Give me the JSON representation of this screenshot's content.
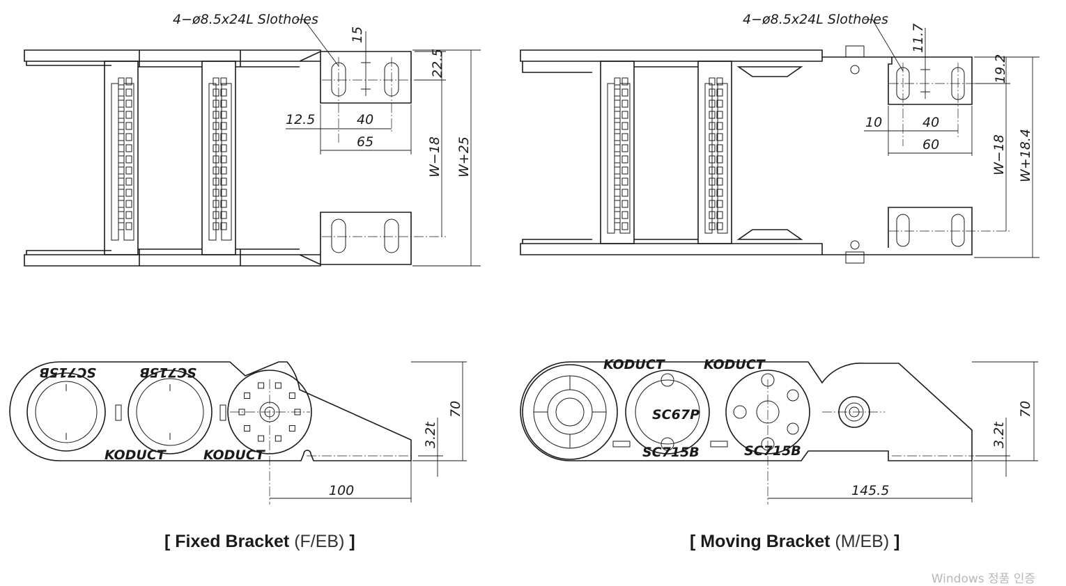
{
  "fixed_bracket": {
    "slothole_note": "4−ø8.5x24L Slotholes",
    "dims": {
      "d15": "15",
      "d22_5": "22.5",
      "d12_5": "12.5",
      "d40": "40",
      "d65": "65",
      "w_minus": "W−18",
      "w_plus": "W+25",
      "h70": "70",
      "t3_2": "3.2t",
      "d100": "100"
    },
    "caption": {
      "open": "[ ",
      "title": "Fixed Bracket",
      "code": " (F/EB)",
      "close": " ]"
    }
  },
  "moving_bracket": {
    "slothole_note": "4−ø8.5x24L Slotholes",
    "dims": {
      "d11_7": "11.7",
      "d19_2": "19.2",
      "d10": "10",
      "d40": "40",
      "d60": "60",
      "w_minus": "W−18",
      "w_plus": "W+18.4",
      "h70": "70",
      "t3_2": "3.2t",
      "d145_5": "145.5"
    },
    "caption": {
      "open": "[ ",
      "title": "Moving Bracket",
      "code": " (M/EB)",
      "close": " ]"
    }
  },
  "link_marks": {
    "kodu": "KODUCT",
    "sc715b": "SC715B",
    "sc67p": "SC67P"
  },
  "watermark": "Windows 정품 인증"
}
